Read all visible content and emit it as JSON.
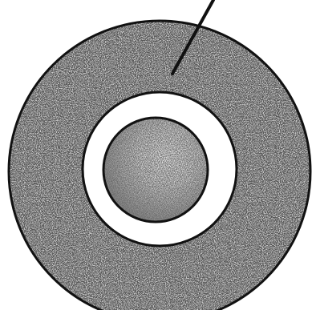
{
  "diagram": {
    "type": "concentric-cross-section",
    "layers": [
      {
        "name": "outer-layer",
        "fill": "#c9c9c9",
        "speckle": "#2a2a2a",
        "outline": "#111111"
      },
      {
        "name": "white-ring",
        "fill": "#ffffff",
        "outline": "#111111"
      },
      {
        "name": "inner-core",
        "fill": "#d8d8d8",
        "shading": "#8c8c8c",
        "outline": "#111111"
      }
    ],
    "pointer": {
      "label": "",
      "color": "#111111"
    }
  }
}
